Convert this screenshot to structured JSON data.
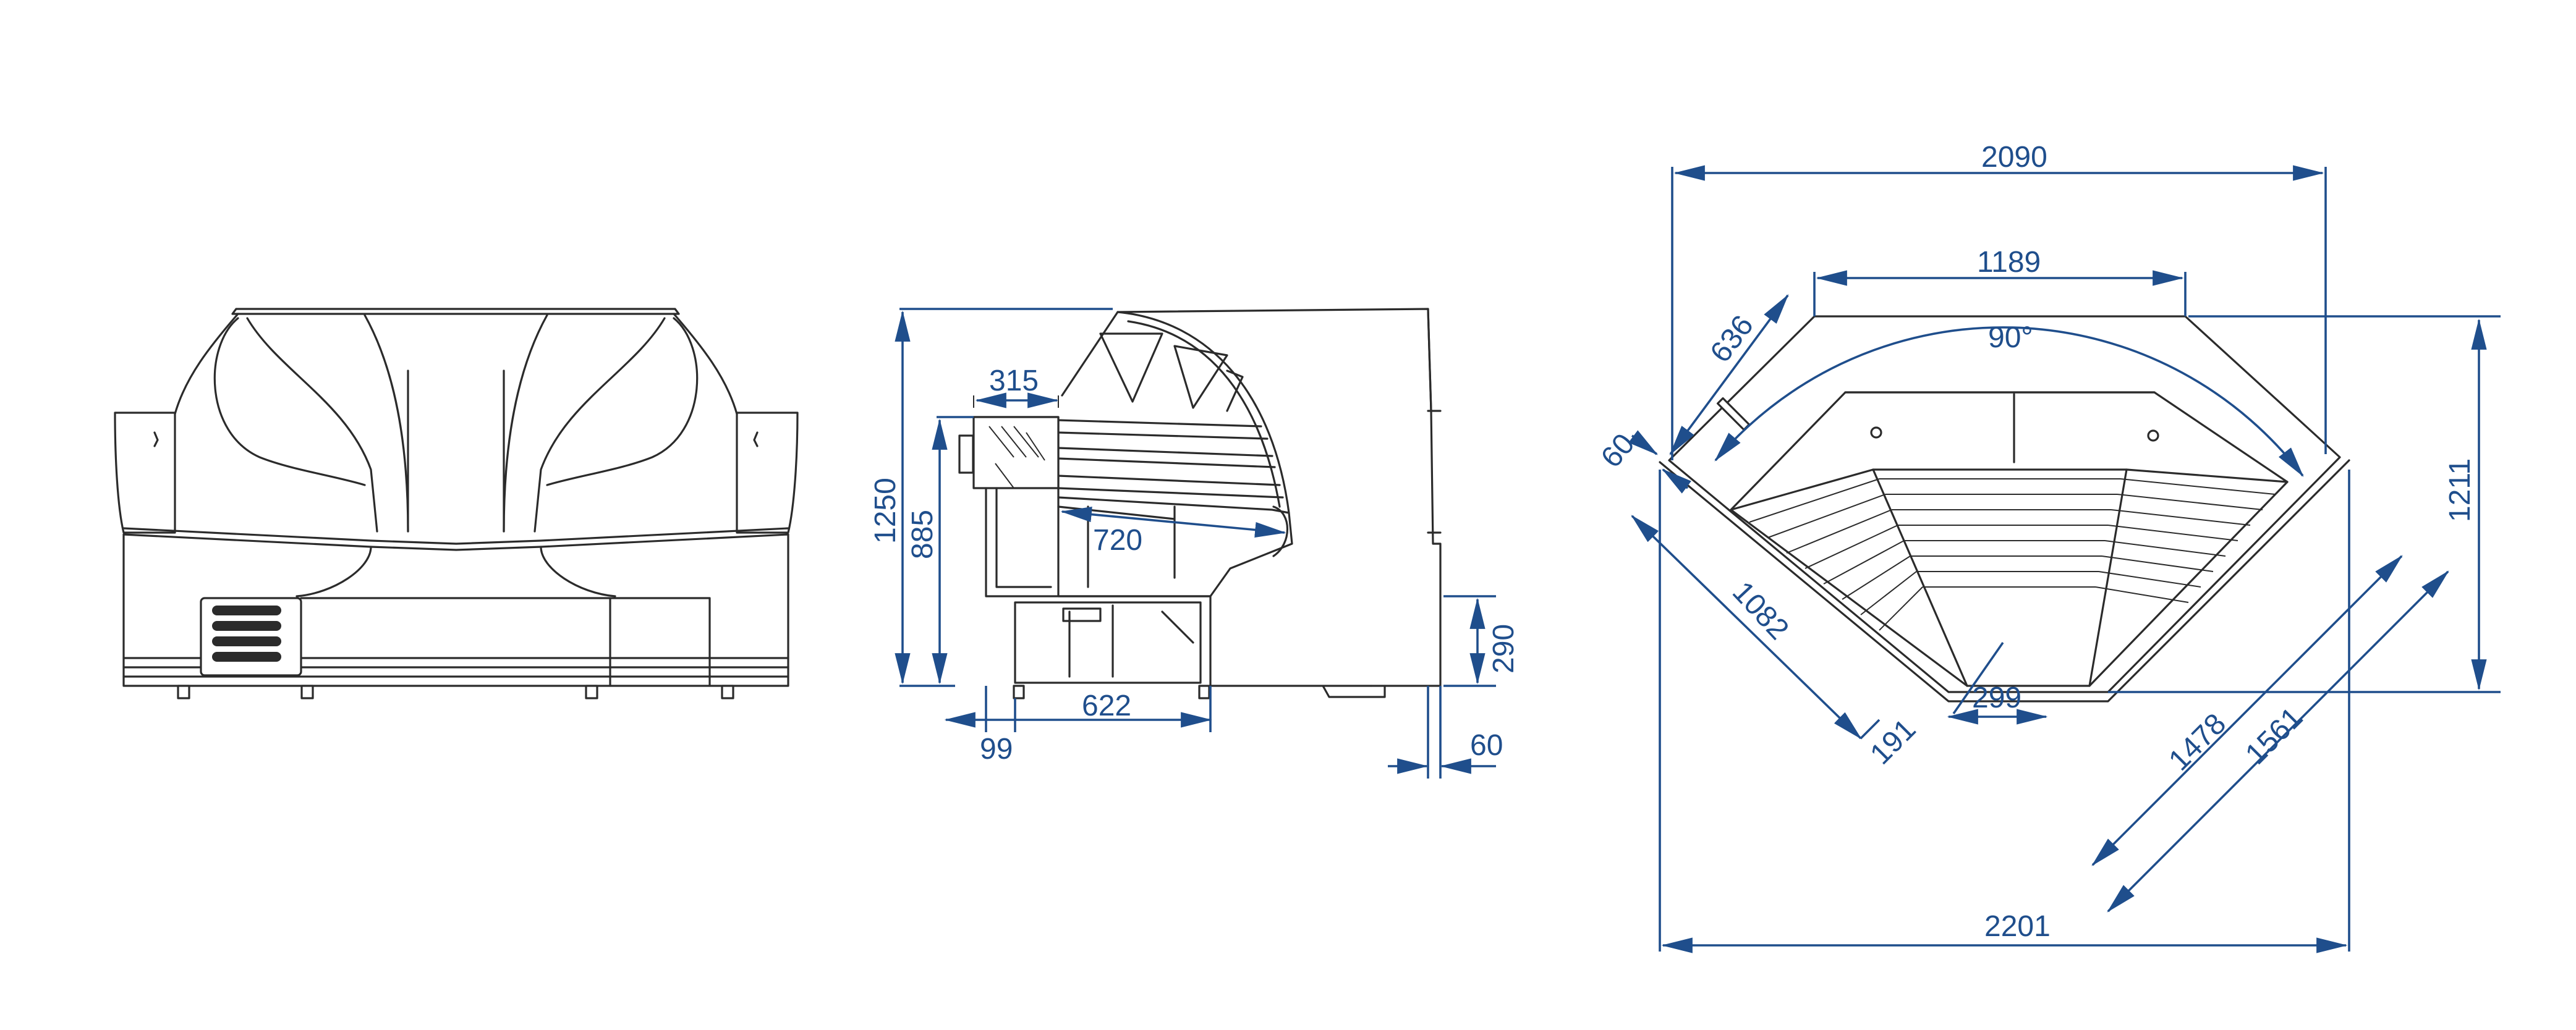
{
  "diagram": {
    "line_color": "#2b2b2b",
    "dimension_color": "#1f4e8c",
    "views": [
      "front",
      "side",
      "top"
    ]
  },
  "dimensions": {
    "side_depth_top": "315",
    "side_height_total": "1250",
    "side_height_counter": "885",
    "side_inner_depth": "720",
    "side_base_height": "290",
    "side_base_depth": "622",
    "side_front_offset": "99",
    "side_rear_offset": "60",
    "top_width_outer": "2090",
    "top_width_inner": "1189",
    "top_angle": "90°",
    "top_side_636": "636",
    "top_side_60": "60",
    "top_side_1082": "1082",
    "top_side_191": "191",
    "top_bottom_299": "299",
    "top_side_1478": "1478",
    "top_side_1561": "1561",
    "top_height": "1211",
    "top_width_total": "2201"
  }
}
